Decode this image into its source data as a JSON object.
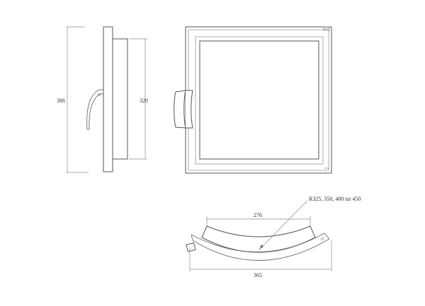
{
  "dimensions": {
    "side_height": "386",
    "inner_height": "320",
    "curve_inner_width": "276",
    "curve_outer_width": "365",
    "radius_note": "R325, 350, 400 tai 450"
  },
  "colors": {
    "line": "#6a6a6a",
    "text": "#333333"
  }
}
